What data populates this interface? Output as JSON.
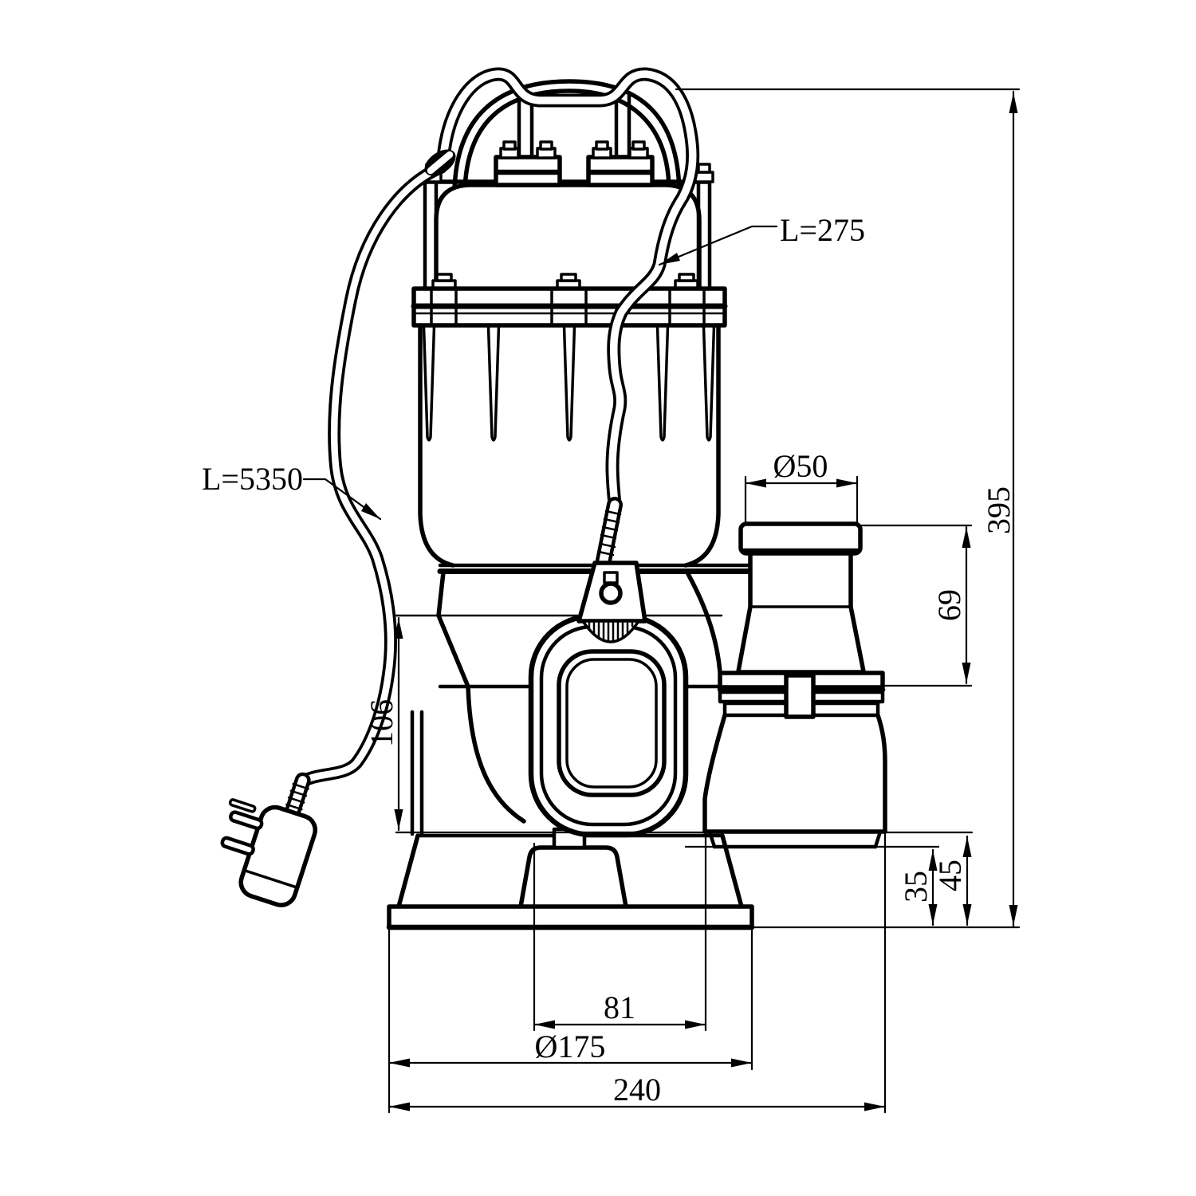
{
  "dimensions": {
    "outlet_diameter": "Ø50",
    "total_height": "395",
    "outlet_port_height": "69",
    "casing_section_height": "106",
    "outlet_clearance_inner": "35",
    "outlet_clearance_outer": "45",
    "base_opening_width": "81",
    "base_diameter": "Ø175",
    "overall_width": "240"
  },
  "cables": {
    "power_cable_length": "L=5350",
    "float_cable_length": "L=275"
  },
  "colors": {
    "line": "#000000",
    "background": "#ffffff"
  }
}
